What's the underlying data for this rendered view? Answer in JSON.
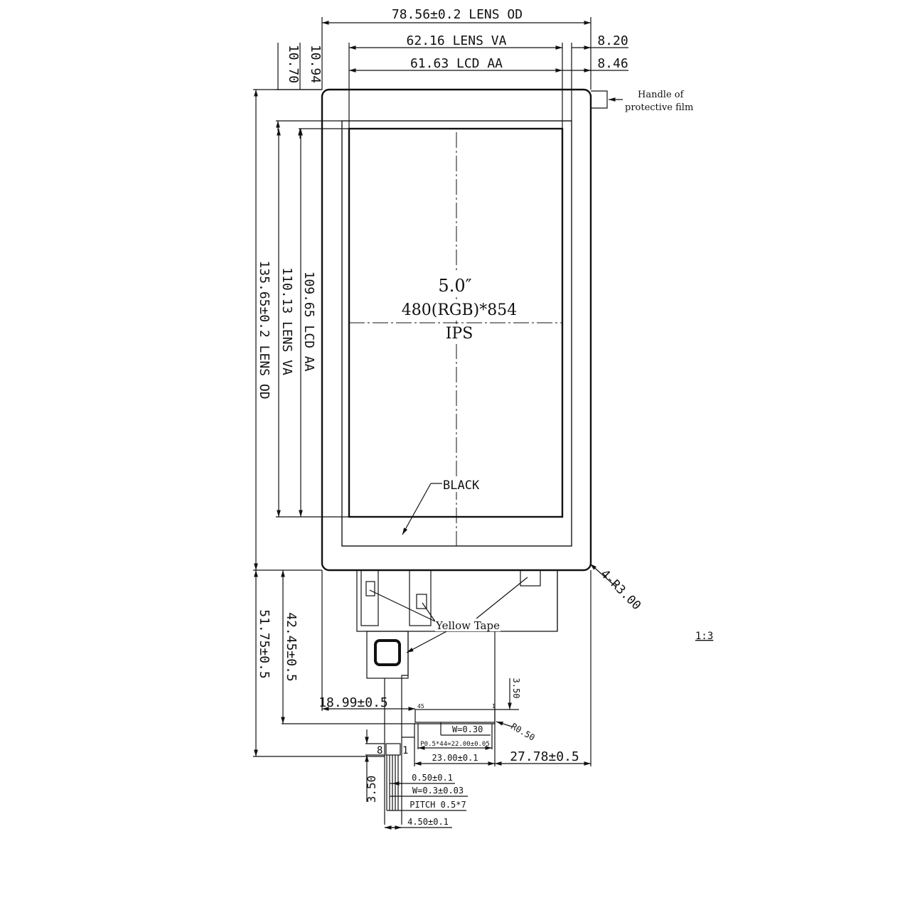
{
  "dimensions": {
    "lens_od_width": "78.56±0.2 LENS OD",
    "lens_va_width": "62.16 LENS VA",
    "lcd_aa_width": "61.63 LCD AA",
    "offset_right_va": "8.20",
    "offset_right_aa": "8.46",
    "offset_top_va": "10.70",
    "offset_top_aa": "10.94",
    "lens_od_height": "135.65±0.2 LENS OD",
    "lens_va_height": "110.13 LENS VA",
    "lcd_aa_height": "109.65 LCD AA",
    "fpc_length_total": "51.75±0.5",
    "fpc_length_to_connector": "42.45±0.5",
    "fpc_offset_left": "18.99±0.5",
    "connector_offset_right": "27.78±0.5",
    "connector_width": "23.00±0.1",
    "connector_pitch": "P0.5*44=22.00±0.05",
    "connector_pin_width": "W=0.30",
    "connector_radius": "R0.50",
    "connector_tab_height": "3.50",
    "corner_radius": "4-R3.00",
    "small_tab_height": "3.50",
    "small_pitch_spacing": "0.50±0.1",
    "small_pin_width": "W=0.3±0.03",
    "small_pitch": "PITCH 0.5*7",
    "small_tab_width": "4.50±0.1"
  },
  "labels": {
    "size": "5.0″",
    "resolution": "480(RGB)*854",
    "panel_type": "IPS",
    "black": "BLACK",
    "yellow_tape": "Yellow Tape",
    "handle_line1": "Handle of",
    "handle_line2": "protective film",
    "scale": "1:3",
    "pin_45": "45",
    "pin_1": "1",
    "small_pin_8": "8",
    "small_pin_1": "1"
  }
}
